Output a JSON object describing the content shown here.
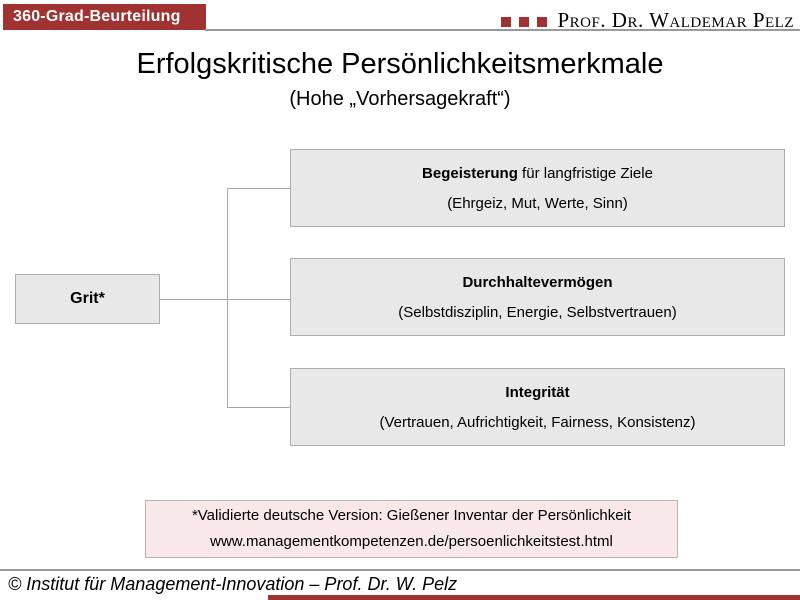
{
  "header": {
    "badge": "360-Grad-Beurteilung",
    "author": "Prof. Dr. Waldemar Pelz",
    "squares_icon": "three-red-squares"
  },
  "title": "Erfolgskritische Persönlichkeitsmerkmale",
  "subtitle": "(Hohe „Vorhersagekraft“)",
  "diagram": {
    "root_label": "Grit*",
    "branches": [
      {
        "bold": "Begeisterung",
        "rest": " für langfristige Ziele",
        "detail": "(Ehrgeiz, Mut, Werte, Sinn)"
      },
      {
        "bold": "Durchhaltevermögen",
        "rest": "",
        "detail": "(Selbstdisziplin, Energie, Selbstvertrauen)"
      },
      {
        "bold": "Integrität",
        "rest": "",
        "detail": "(Vertrauen, Aufrichtigkeit, Fairness, Konsistenz)"
      }
    ]
  },
  "note": {
    "line1": "*Validierte deutsche Version: Gießener Inventar der Persönlichkeit",
    "line2": "www.managementkompetenzen.de/persoenlichkeitstest.html"
  },
  "footer": "© Institut für Management-Innovation – Prof. Dr. W. Pelz",
  "colors": {
    "accent": "#A03232",
    "box_fill": "#E8E8E8",
    "box_border": "#ADADAD",
    "note_fill": "#F8E8E8",
    "rule_gray": "#9A9A9A"
  }
}
